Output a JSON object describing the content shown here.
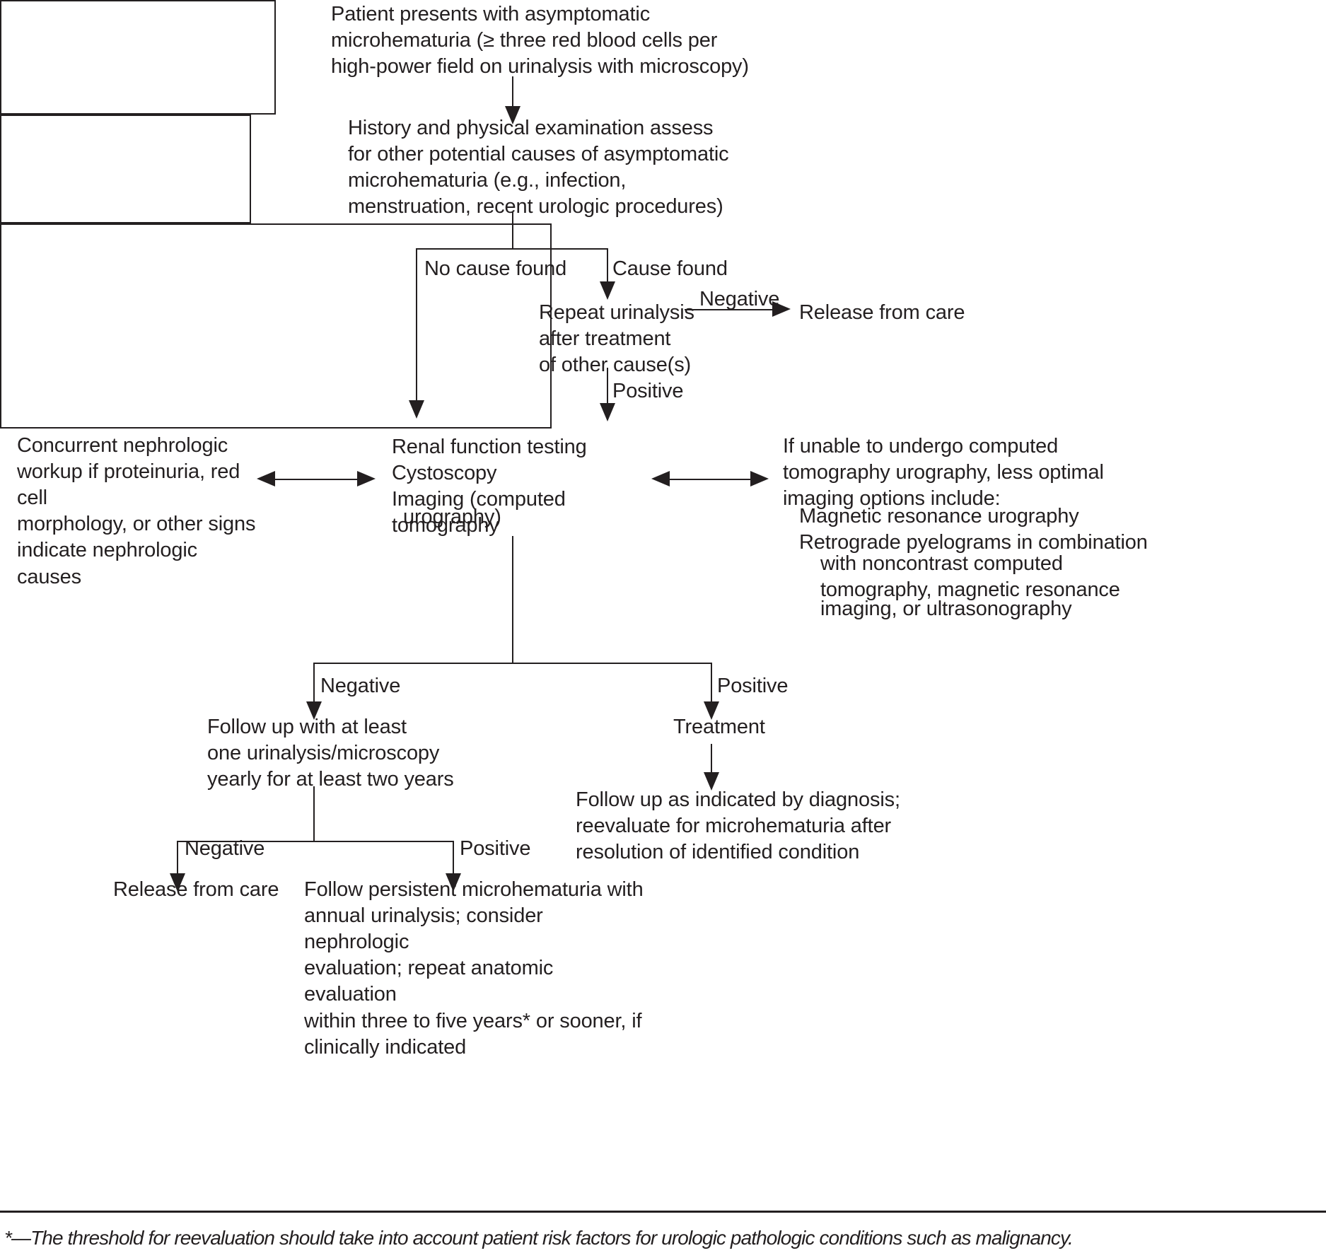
{
  "diagram": {
    "title_node": "Patient presents with asymptomatic\nmicrohematuria (≥ three red blood cells per\nhigh-power field on urinalysis with microscopy)",
    "history_node": "History and physical examination assess\nfor other potential causes of asymptomatic\nmicrohematuria (e.g., infection,\nmenstruation, recent urologic procedures)",
    "repeat_urinalysis_node": "Repeat urinalysis\nafter treatment\nof other cause(s)",
    "release_from_care_top": "Release from care",
    "central_box": {
      "line1": "Renal function testing",
      "line2": "Cystoscopy",
      "line3": "Imaging (computed tomography",
      "line4": "urography)"
    },
    "left_box": "Concurrent nephrologic\nworkup if proteinuria, red cell\nmorphology, or other signs\nindicate nephrologic causes",
    "right_box": {
      "intro_line1": "If unable to undergo computed",
      "intro_line2": "tomography urography, less optimal",
      "intro_line3": "imaging options include:",
      "option1": "Magnetic resonance urography",
      "option2_line1": "Retrograde pyelograms in combination",
      "option2_line2": "with noncontrast computed",
      "option2_line3": "tomography, magnetic resonance",
      "option2_line4": "imaging, or ultrasonography"
    },
    "follow_up_negative_node": "Follow up with at least\none urinalysis/microscopy\nyearly for at least two years",
    "treatment_node": "Treatment",
    "follow_up_diagnosis_node": "Follow up as indicated by diagnosis;\nreevaluate for microhematuria after\nresolution of identified condition",
    "release_from_care_bottom": "Release from care",
    "persistent_node": "Follow persistent microhematuria with\nannual urinalysis; consider nephrologic\nevaluation; repeat anatomic evaluation\nwithin three to five years* or sooner, if\nclinically indicated",
    "edge_labels": {
      "no_cause_found": "No cause found",
      "cause_found": "Cause found",
      "negative_repeat": "Negative",
      "positive_repeat": "Positive",
      "negative_central": "Negative",
      "positive_central": "Positive",
      "negative_followup": "Negative",
      "positive_followup": "Positive"
    },
    "footnote": "*—The threshold for reevaluation should take into account patient risk factors for urologic pathologic conditions such as malignancy.",
    "colors": {
      "ink": "#231f20",
      "background": "#ffffff"
    }
  }
}
